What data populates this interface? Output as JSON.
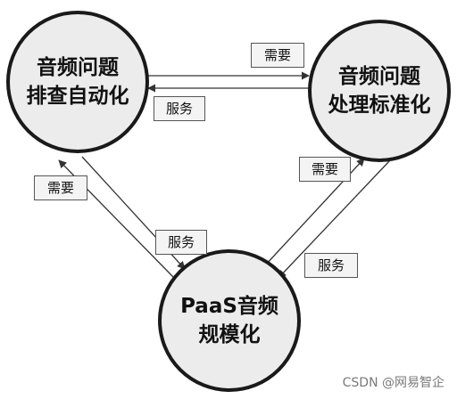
{
  "nodes": {
    "troubleshoot": {
      "line1": "音频问题",
      "line2": "排查自动化"
    },
    "standardize": {
      "line1": "音频问题",
      "line2": "处理标准化"
    },
    "paas": {
      "line1": "PaaS音频",
      "line2": "规模化"
    }
  },
  "edges": {
    "top_need": "需要",
    "top_serve": "服务",
    "left_need": "需要",
    "left_serve": "服务",
    "right_need": "需要",
    "right_serve": "服务"
  },
  "watermark": "CSDN @网易智企",
  "colors": {
    "node_fill": "#ececec",
    "node_border": "#1a1a1a",
    "tag_fill": "#f4f4f4",
    "arrow": "#333333"
  }
}
